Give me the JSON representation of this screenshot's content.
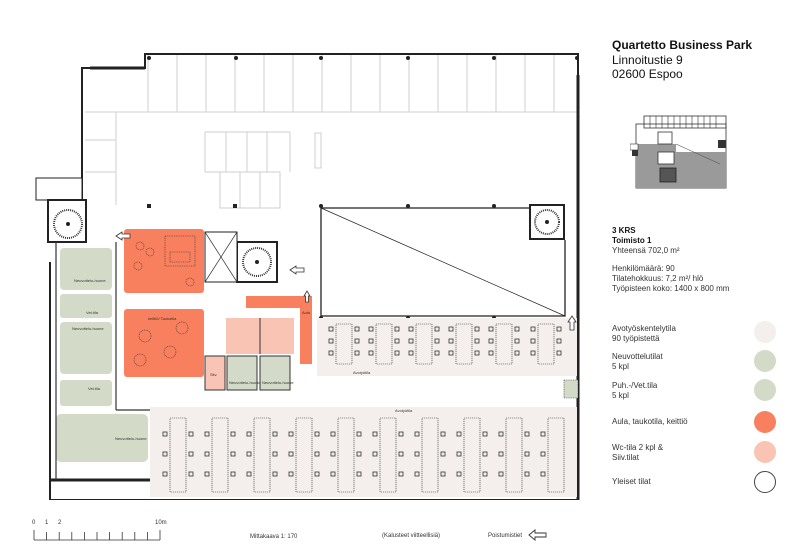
{
  "header": {
    "title": "Quartetto Business Park",
    "address_line1": "Linnoitustie 9",
    "address_line2": "02600 Espoo"
  },
  "info": {
    "floor": "3 KRS",
    "unit": "Toimisto 1",
    "total_area": "Yhteensä 702,0 m²",
    "headcount": "Henkilömäärä: 90",
    "density": "Tilatehokkuus:  7,2 m²/ hlö",
    "workstation_size": "Työpisteen koko: 1400 x 800 mm"
  },
  "legend": [
    {
      "label": "Avotyöskentelytila",
      "sub": "90 työpistettä",
      "color": "#f4efec",
      "outline": false
    },
    {
      "label": "Neuvottelutilat",
      "sub": "5 kpl",
      "color": "#d3dbc8",
      "outline": false
    },
    {
      "label": "Puh.-/Vet.tila",
      "sub": "5 kpl",
      "color": "#d3dbc8",
      "outline": false
    },
    {
      "label": "Aula, taukotila, keittiö",
      "sub": "",
      "color": "#f9805e",
      "outline": false
    },
    {
      "label": "Wc-tila 2 kpl &",
      "sub": "Siiv.tilat",
      "color": "#f9c4b4",
      "outline": false
    },
    {
      "label": "Yleiset tilat",
      "sub": "",
      "color": "#ffffff",
      "outline": true
    }
  ],
  "footer": {
    "scale_ticks": [
      "0",
      "1",
      "2",
      "10m"
    ],
    "scale_label": "Mittakaava 1: 170",
    "furniture_note": "(Kalusteet viitteellisiä)",
    "exits_label": "Poistumistiet",
    "exit_icon": "arrow-left-outline-icon"
  },
  "plan": {
    "colors": {
      "open_office": "#f4efec",
      "meeting": "#d3dbc8",
      "lobby_break": "#f9805e",
      "wc": "#f9c4b4",
      "wall": "#222222",
      "ghost_wall": "#cccccc"
    },
    "room_labels": {
      "meeting_1": "Neuvottelu-huone",
      "phone_1": "Vet.tila",
      "meeting_2": "Neuvottelu-huone",
      "phone_2": "Vet.tila",
      "meeting_3": "Neuvottelu-huone",
      "kitchen": "keittiö/ Taukotila",
      "lobby": "Aula",
      "cleaning": "Siiv.",
      "meeting_4": "Neuvottelu-huone",
      "meeting_5": "Neuvottelu-huone",
      "open_1": "Avotyötila",
      "open_2": "Avotyötila"
    }
  }
}
